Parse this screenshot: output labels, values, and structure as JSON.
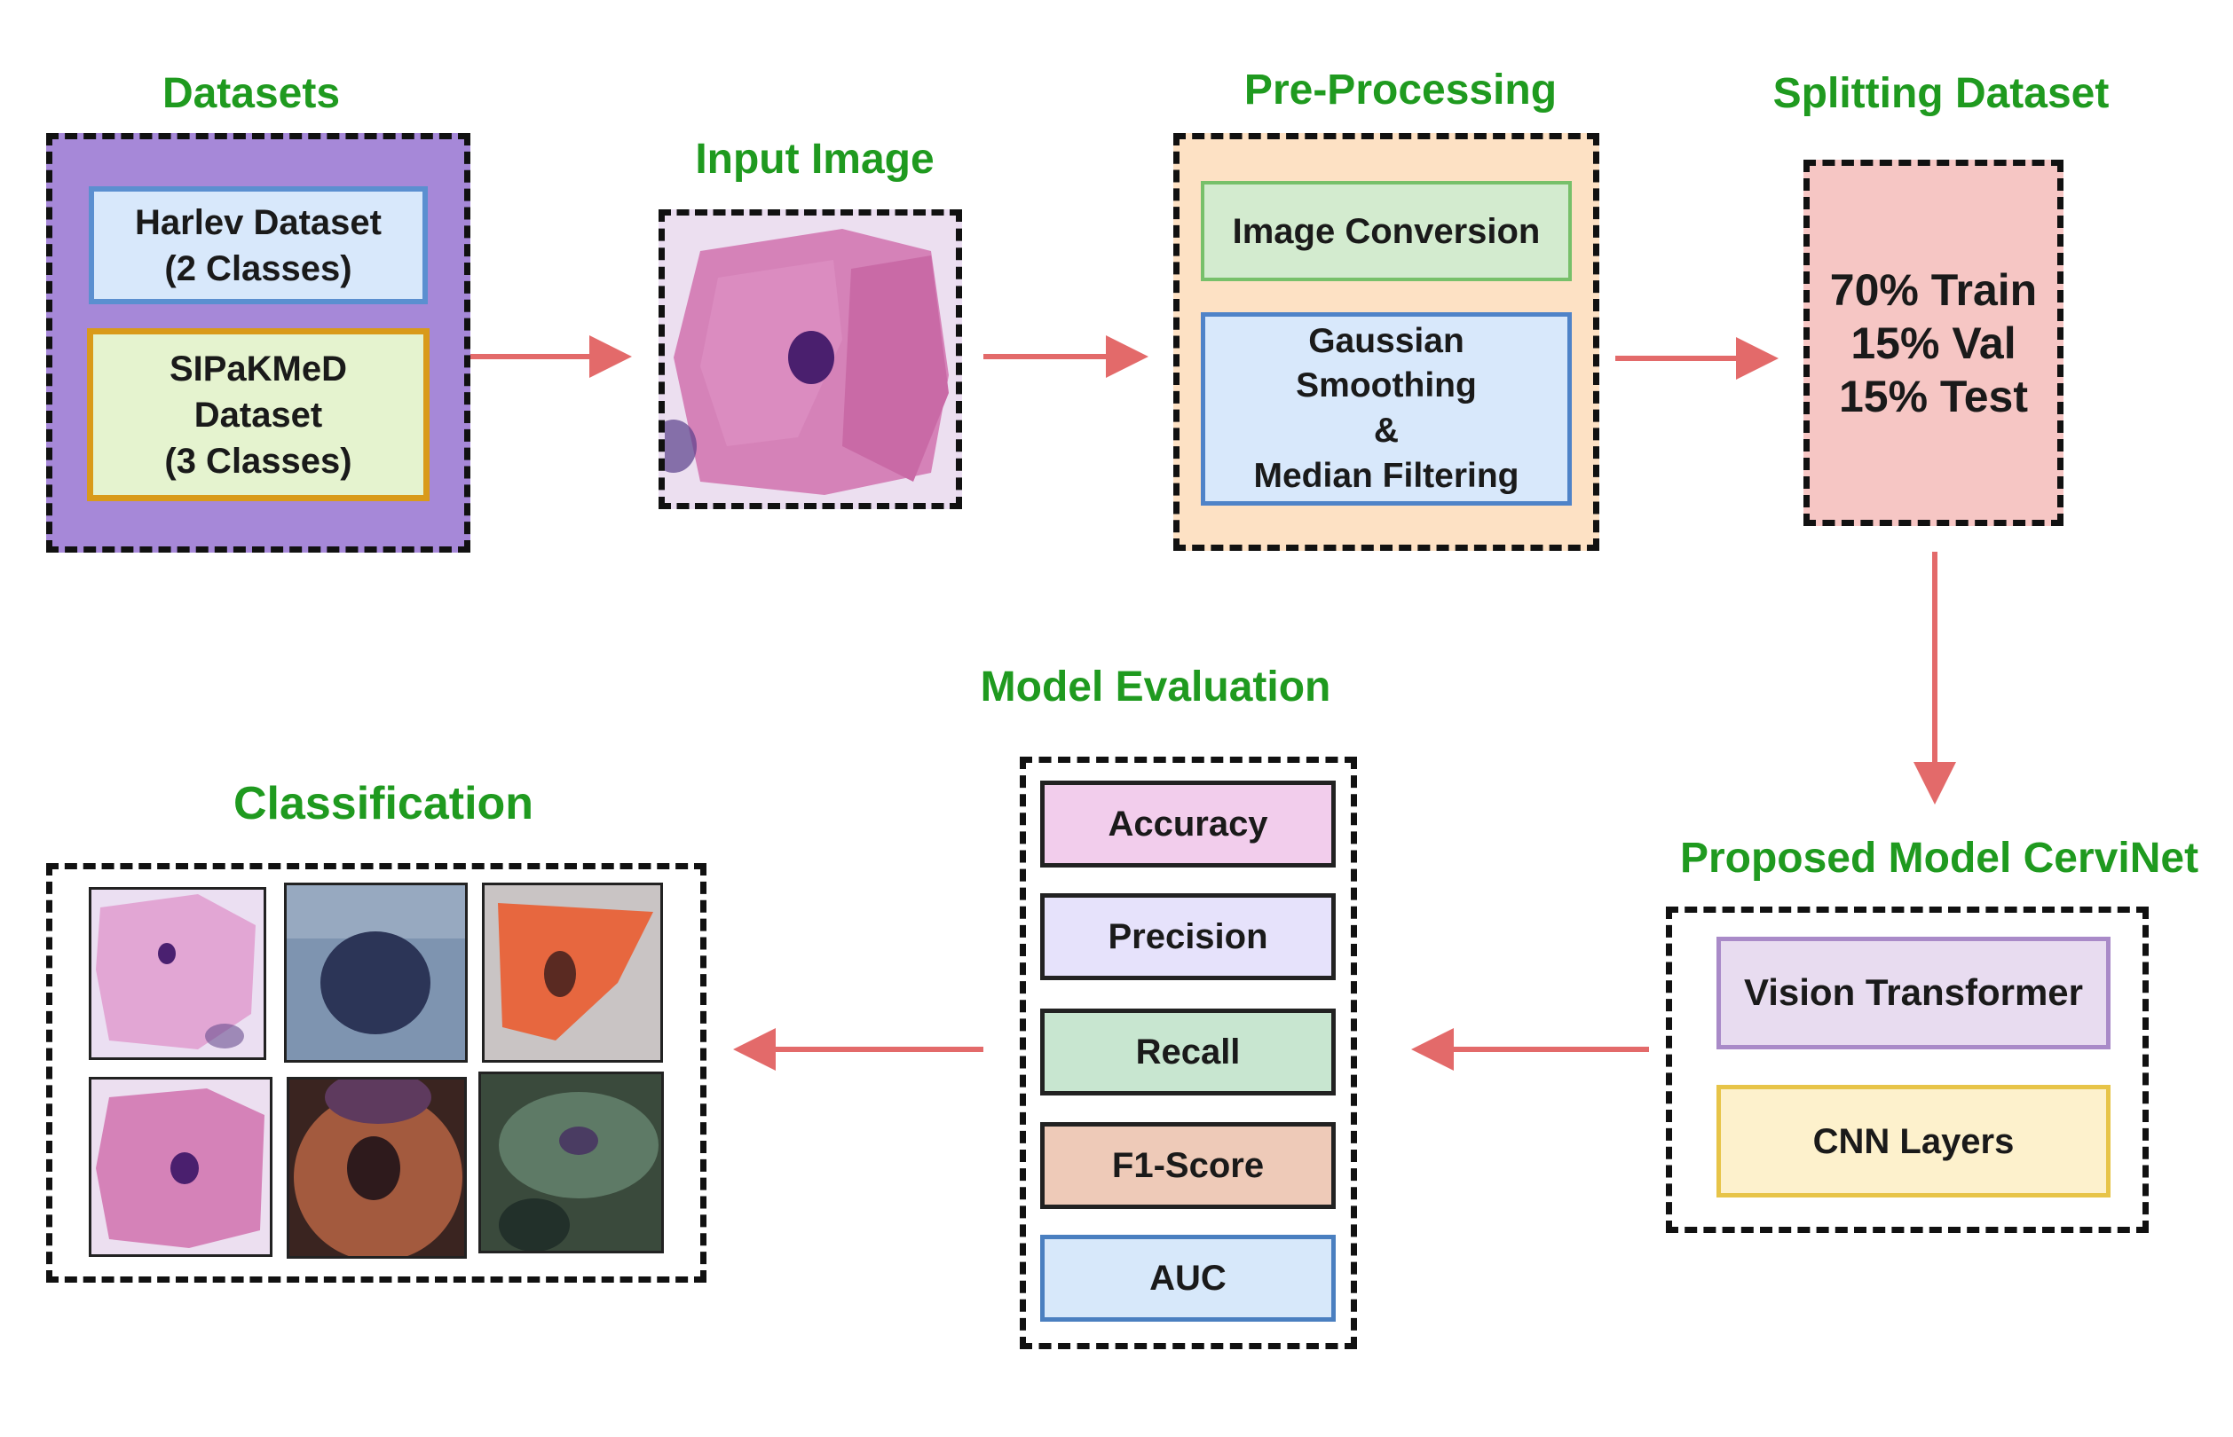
{
  "datasets": {
    "title": "Datasets",
    "harlev": "Harlev Dataset\n(2 Classes)",
    "sipakmed": "SIPaKMeD\nDataset\n(3 Classes)"
  },
  "input_image": {
    "title": "Input Image"
  },
  "preprocessing": {
    "title": "Pre-Processing",
    "conversion": "Image Conversion",
    "smoothing": "Gaussian\nSmoothing\n&\nMedian Filtering"
  },
  "splitting": {
    "title": "Splitting Dataset",
    "text": "70% Train\n15% Val\n15% Test"
  },
  "model": {
    "title": "Proposed Model CerviNet",
    "vit": "Vision Transformer",
    "cnn": "CNN Layers"
  },
  "evaluation": {
    "title": "Model Evaluation",
    "metrics": [
      "Accuracy",
      "Precision",
      "Recall",
      "F1-Score",
      "AUC"
    ]
  },
  "classification": {
    "title": "Classification"
  },
  "colors": {
    "title_green": "#1f9a1f",
    "arrow": "#e36a6a",
    "datasets_bg": "#a688d8",
    "preprocessing_bg": "#fde1c4",
    "splitting_bg": "#f6c6c4"
  }
}
